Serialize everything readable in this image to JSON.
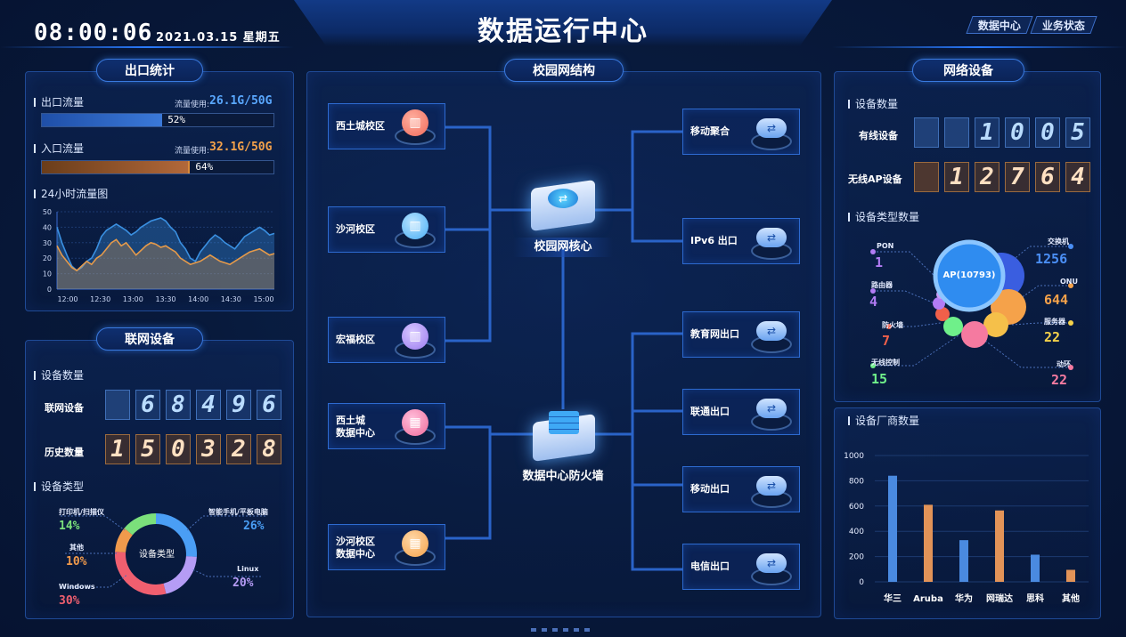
{
  "header": {
    "time": "08:00:06",
    "date": "2021.03.15 星期五",
    "title": "数据运行中心",
    "buttons": [
      "数据中心",
      "业务状态"
    ]
  },
  "left_top": {
    "title": "出口统计",
    "out": {
      "label": "出口流量",
      "usage_label": "流量使用:",
      "usage_value": "26.1G/50G",
      "percent_text": "52%",
      "percent": 52,
      "color": "#3a78d8"
    },
    "in": {
      "label": "入口流量",
      "usage_label": "流量使用:",
      "usage_value": "32.1G/50G",
      "percent_text": "64%",
      "percent": 64,
      "color": "#d88a3a"
    },
    "chart_title": "24小时流量图"
  },
  "chart_data": {
    "type": "area",
    "categories": [
      "12:00",
      "12:30",
      "13:00",
      "13:30",
      "14:00",
      "14:30",
      "15:00"
    ],
    "yticks": [
      "0",
      "10",
      "20",
      "30",
      "40",
      "50"
    ],
    "ylim": [
      0,
      50
    ],
    "series": [
      {
        "color": "#3a8fe0",
        "values": [
          40,
          30,
          22,
          15,
          12,
          14,
          18,
          20,
          26,
          34,
          38,
          40,
          42,
          40,
          38,
          35,
          37,
          40,
          42,
          44,
          45,
          46,
          44,
          40,
          37,
          30,
          26,
          20,
          18,
          24,
          28,
          32,
          35,
          33,
          30,
          28,
          26,
          30,
          34,
          36,
          38,
          40,
          38,
          35,
          36
        ]
      },
      {
        "color": "#e59a4a",
        "values": [
          28,
          22,
          18,
          14,
          12,
          15,
          18,
          16,
          20,
          22,
          26,
          30,
          32,
          28,
          30,
          26,
          22,
          25,
          28,
          30,
          29,
          27,
          28,
          26,
          24,
          20,
          18,
          16,
          17,
          18,
          20,
          22,
          20,
          18,
          17,
          16,
          18,
          20,
          22,
          24,
          25,
          26,
          24,
          22,
          23
        ]
      }
    ]
  },
  "left_bottom": {
    "title": "联网设备",
    "sec_count": "设备数量",
    "online_label": "联网设备",
    "online_digits": [
      "",
      "6",
      "8",
      "4",
      "9",
      "6"
    ],
    "history_label": "历史数量",
    "history_digits": [
      "1",
      "5",
      "0",
      "3",
      "2",
      "8"
    ],
    "sec_type": "设备类型",
    "donut_center": "设备类型",
    "types": [
      {
        "name": "打印机/扫描仪",
        "value": "14%",
        "color": "#7be07b"
      },
      {
        "name": "其他",
        "value": "10%",
        "color": "#f09a4c"
      },
      {
        "name": "Windows",
        "value": "30%",
        "color": "#f05f6f"
      },
      {
        "name": "智能手机/平板电脑",
        "value": "26%",
        "color": "#4a9ef5"
      },
      {
        "name": "Linux",
        "value": "20%",
        "color": "#b59cf5"
      }
    ]
  },
  "center": {
    "title": "校园网结构",
    "core_label": "校园网核心",
    "firewall_label": "数据中心防火墙",
    "left_nodes": [
      {
        "name": "西土城校区",
        "color": "#f06a5a"
      },
      {
        "name": "沙河校区",
        "color": "#4aaef5"
      },
      {
        "name": "宏福校区",
        "color": "#9a7af0"
      },
      {
        "name": "西土城\n数据中心",
        "color": "#f06a9a"
      },
      {
        "name": "沙河校区\n数据中心",
        "color": "#f5a24a"
      }
    ],
    "right_nodes": [
      "移动聚合",
      "IPv6 出口",
      "教育网出口",
      "联通出口",
      "移动出口",
      "电信出口"
    ]
  },
  "right_top": {
    "title": "网络设备",
    "sec_count": "设备数量",
    "wired_label": "有线设备",
    "wired_digits": [
      "",
      "",
      "1",
      "0",
      "0",
      "5"
    ],
    "wireless_label": "无线AP设备",
    "wireless_digits": [
      "",
      "1",
      "2",
      "7",
      "6",
      "4"
    ],
    "sec_type": "设备类型数量",
    "ap_label": "AP(10793)",
    "types": [
      {
        "name": "PON",
        "value": "1",
        "color": "#b27cf5"
      },
      {
        "name": "路由器",
        "value": "4",
        "color": "#b27cf5"
      },
      {
        "name": "防火墙",
        "value": "7",
        "color": "#f0604a"
      },
      {
        "name": "无线控制",
        "value": "15",
        "color": "#6ff08a"
      },
      {
        "name": "交换机",
        "value": "1256",
        "color": "#4a8ef5"
      },
      {
        "name": "ONU",
        "value": "644",
        "color": "#f5a24a"
      },
      {
        "name": "服务器",
        "value": "22",
        "color": "#f5d24a"
      },
      {
        "name": "动环",
        "value": "22",
        "color": "#f57aa0"
      }
    ]
  },
  "right_bottom": {
    "sec_vendor": "设备厂商数量",
    "vendor_chart": {
      "type": "bar",
      "categories": [
        "华三",
        "Aruba",
        "华为",
        "网瑞达",
        "思科",
        "其他"
      ],
      "values": [
        840,
        610,
        330,
        565,
        215,
        95
      ],
      "colors": [
        "#4a8ae0",
        "#e29358",
        "#4a8ae0",
        "#e29358",
        "#4a8ae0",
        "#e29358"
      ],
      "yticks": [
        "0",
        "200",
        "400",
        "600",
        "800",
        "1000"
      ],
      "ylim": [
        0,
        1000
      ]
    }
  }
}
